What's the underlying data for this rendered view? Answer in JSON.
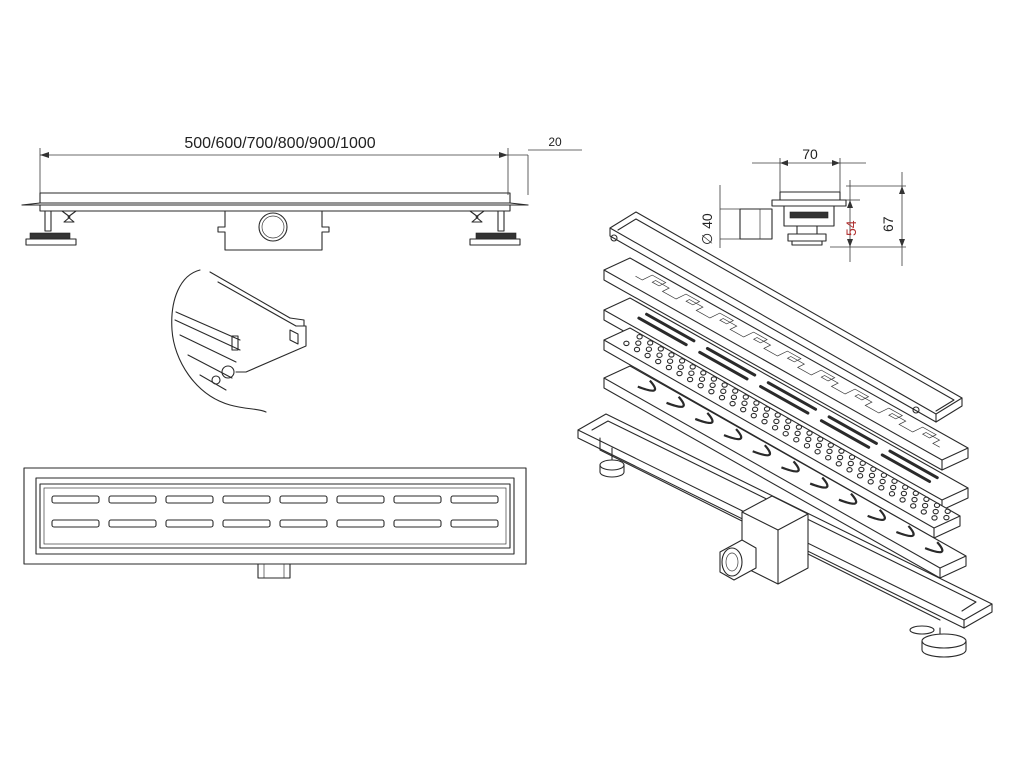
{
  "dimensions": {
    "length_options": "500/600/700/800/900/1000",
    "edge_width": "20",
    "channel_width": "70",
    "outlet_diameter": "∅ 40",
    "outlet_height": "54",
    "total_height": "67"
  },
  "colors": {
    "line": "#2a2a2a",
    "highlight_dimension": "#b03030"
  }
}
